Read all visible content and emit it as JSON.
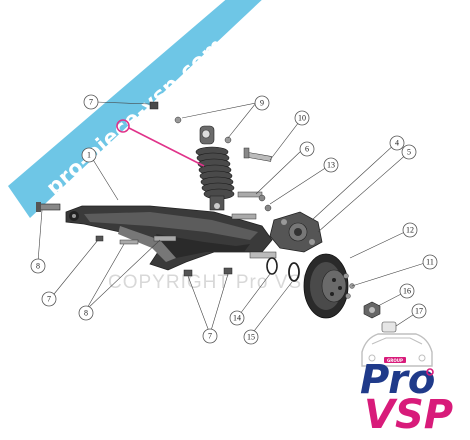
{
  "banner": {
    "text": "pro-piece-vsp.com",
    "color": "#6ec6e6"
  },
  "watermark": {
    "text": "COPYRIGHT Pro VSP"
  },
  "logo": {
    "group_label": "GROUP",
    "word_top": "Pro",
    "word_bottom": "VSP",
    "accent_color": "#d81b7a",
    "primary_color": "#1f3a8a"
  },
  "highlight_color": "#e0338a",
  "callouts": [
    {
      "id": "7a",
      "label": "7"
    },
    {
      "id": "9",
      "label": "9"
    },
    {
      "id": "10",
      "label": "10"
    },
    {
      "id": "1",
      "label": "1"
    },
    {
      "id": "6",
      "label": "6"
    },
    {
      "id": "13",
      "label": "13"
    },
    {
      "id": "4",
      "label": "4"
    },
    {
      "id": "5",
      "label": "5"
    },
    {
      "id": "12",
      "label": "12"
    },
    {
      "id": "8a",
      "label": "8"
    },
    {
      "id": "7b",
      "label": "7"
    },
    {
      "id": "8b",
      "label": "8"
    },
    {
      "id": "11",
      "label": "11"
    },
    {
      "id": "16",
      "label": "16"
    },
    {
      "id": "17",
      "label": "17"
    },
    {
      "id": "14",
      "label": "14"
    },
    {
      "id": "15",
      "label": "15"
    },
    {
      "id": "7c",
      "label": "7"
    }
  ]
}
